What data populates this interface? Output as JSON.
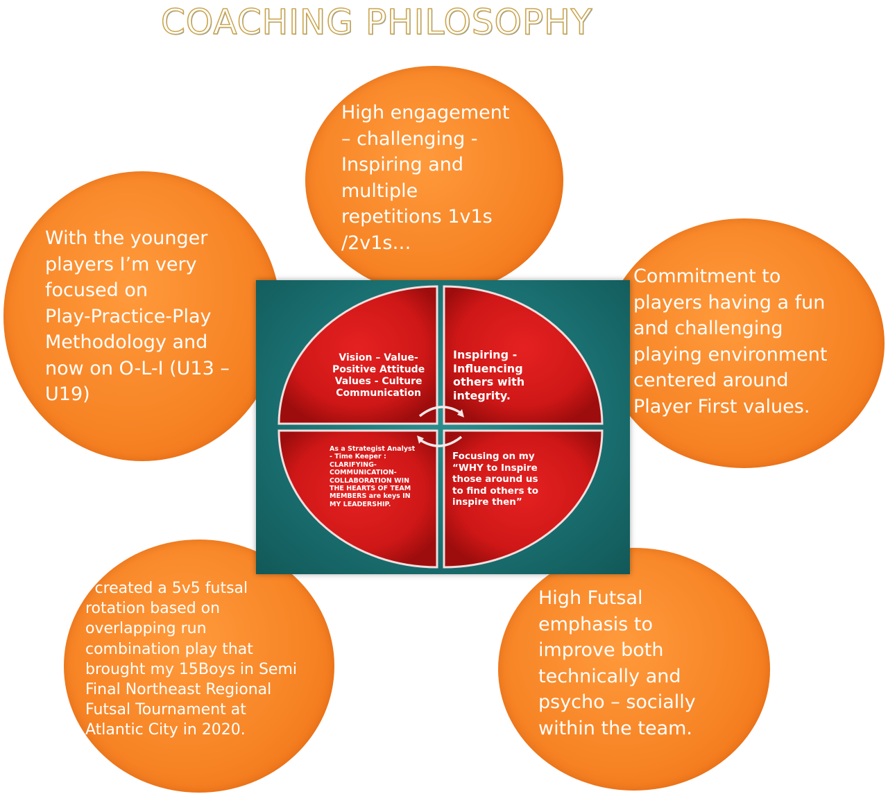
{
  "title": "COACHING PHILOSOPHY",
  "bubbles": {
    "top": {
      "lines": [
        "High engagement",
        "– challenging -",
        "Inspiring and",
        "multiple",
        "repetitions 1v1s",
        "/2v1s…"
      ]
    },
    "left": {
      "lines": [
        "With the younger",
        "players I’m very",
        "focused on",
        "Play-Practice-Play",
        "Methodology and",
        "now on O-L-I (U13 –",
        "U19)"
      ]
    },
    "right": {
      "lines": [
        "Commitment to",
        "players having a fun",
        "and challenging",
        "playing environment",
        "centered around",
        "Player First values."
      ]
    },
    "bottom_left": {
      "lines": [
        "I created  a 5v5 futsal",
        "rotation based on",
        "overlapping  run",
        "combination play that",
        "brought my 15Boys in Semi",
        "Final Northeast Regional",
        "Futsal Tournament at",
        "Atlantic City in 2020."
      ]
    },
    "bottom_right": {
      "lines": [
        "High Futsal",
        "emphasis to",
        "improve both",
        "technically and",
        "psycho – socially",
        "within the team."
      ]
    }
  },
  "quadrants": {
    "top_left": {
      "lines": [
        "Vision – Value-",
        "Positive Attitude",
        "Values - Culture",
        "Communication"
      ]
    },
    "top_right": {
      "lines": [
        "Inspiring -",
        "Influencing",
        "others with",
        "integrity."
      ]
    },
    "bottom_left": {
      "lines": [
        "As a Strategist  Analyst",
        "- Time Keeper :",
        "CLARIFYING-",
        "COMMUNICATION-",
        "COLLABORATION WIN",
        "THE HEARTS OF TEAM",
        "MEMBERS are keys IN",
        "MY  LEADERSHIP."
      ]
    },
    "bottom_right": {
      "lines": [
        "Focusing on my",
        "“WHY to Inspire",
        "those around us",
        "to find others to",
        "inspire then”"
      ]
    }
  },
  "colors": {
    "bubble_orange": "#f78526",
    "panel_teal": "#1a6f70",
    "quadrant_red": "#d21a1a",
    "text_white": "#ffffff"
  }
}
